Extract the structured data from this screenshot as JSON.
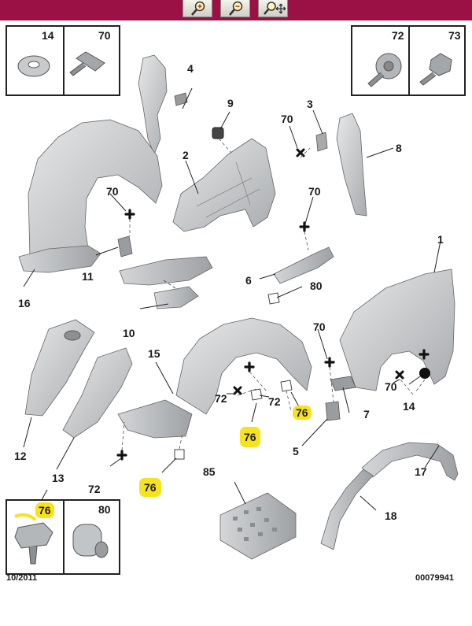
{
  "toolbar": {
    "buttons": [
      {
        "name": "zoom-in-icon"
      },
      {
        "name": "zoom-out-icon"
      },
      {
        "name": "zoom-pan-icon"
      }
    ]
  },
  "boxes": {
    "top_left": [
      "14",
      "70"
    ],
    "top_right": [
      "72",
      "73"
    ],
    "bottom_left": [
      "76",
      "80"
    ]
  },
  "labels": {
    "l4": "4",
    "l9": "9",
    "l3": "3",
    "l70a": "70",
    "l8": "8",
    "l2": "2",
    "l70b": "70",
    "l11": "11",
    "l16": "16",
    "l70c": "70",
    "l1": "1",
    "l6": "6",
    "l80": "80",
    "l10": "10",
    "l70d": "70",
    "l15": "15",
    "l72a": "72",
    "l72b": "72",
    "l76a": "76",
    "l76b": "76",
    "l76c": "76",
    "l70e": "70",
    "l14": "14",
    "l7": "7",
    "l5": "5",
    "l12": "12",
    "l13": "13",
    "l72c": "72",
    "l85": "85",
    "l17": "17",
    "l18": "18"
  },
  "footer": {
    "date": "10/2011",
    "ref": "00079941"
  },
  "colors": {
    "toolbar": "#9b1045",
    "highlight": "#f7e21b"
  }
}
